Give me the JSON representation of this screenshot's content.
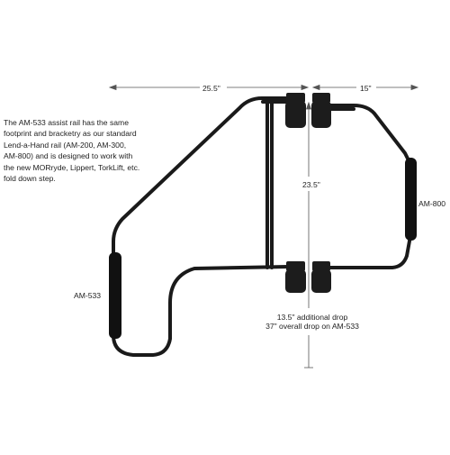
{
  "description_lines": [
    "The AM-533 assist rail has the same",
    "footprint and bracketry as our standard",
    "Lend-a-Hand rail (AM-200, AM-300,",
    "AM-800) and is designed to work with",
    "the new MORryde, Lippert, TorkLift, etc.",
    "fold down step."
  ],
  "dimensions": {
    "left_width": "25.5\"",
    "right_width": "15\"",
    "height": "23.5\""
  },
  "labels": {
    "am800": "AM-800",
    "am533": "AM-533"
  },
  "drop_note": {
    "line1": "13.5\" additional drop",
    "line2": "37\" overall drop on AM-533"
  },
  "colors": {
    "rail": "#1a1a1a",
    "grip": "#111111",
    "dimension_line": "#555555",
    "text": "#222222"
  }
}
